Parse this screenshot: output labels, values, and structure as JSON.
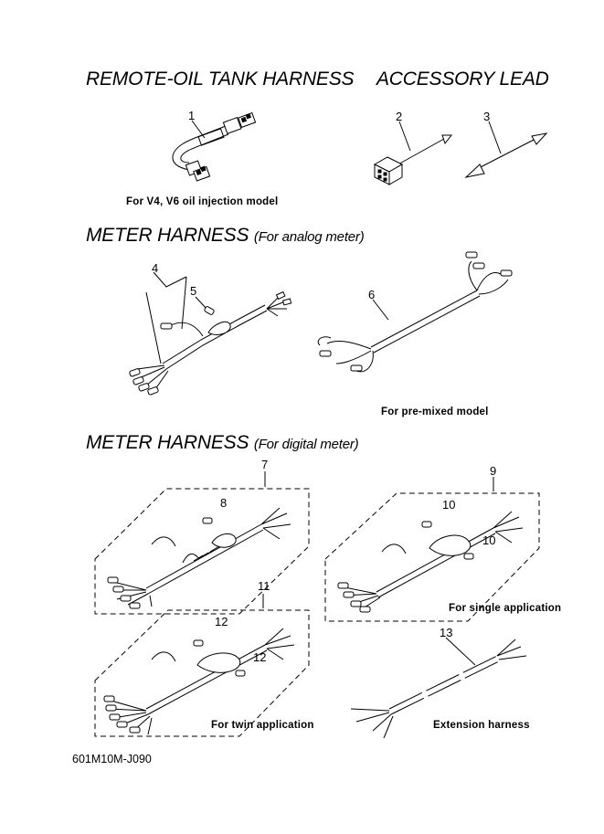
{
  "headings": {
    "remote_oil": "REMOTE-OIL TANK HARNESS",
    "accessory": "ACCESSORY LEAD",
    "analog_main": "METER HARNESS",
    "analog_sub": "(For analog meter)",
    "digital_main": "METER HARNESS",
    "digital_sub": "(For digital meter)"
  },
  "captions": {
    "v4v6": "For V4, V6 oil injection model",
    "premixed": "For pre-mixed model",
    "single": "For single application",
    "twin": "For twin application",
    "extension": "Extension harness"
  },
  "callouts": [
    "1",
    "2",
    "3",
    "4",
    "5",
    "6",
    "7",
    "8",
    "9",
    "10",
    "10",
    "11",
    "12",
    "12",
    "13"
  ],
  "diagram_code": "601M10M-J090"
}
